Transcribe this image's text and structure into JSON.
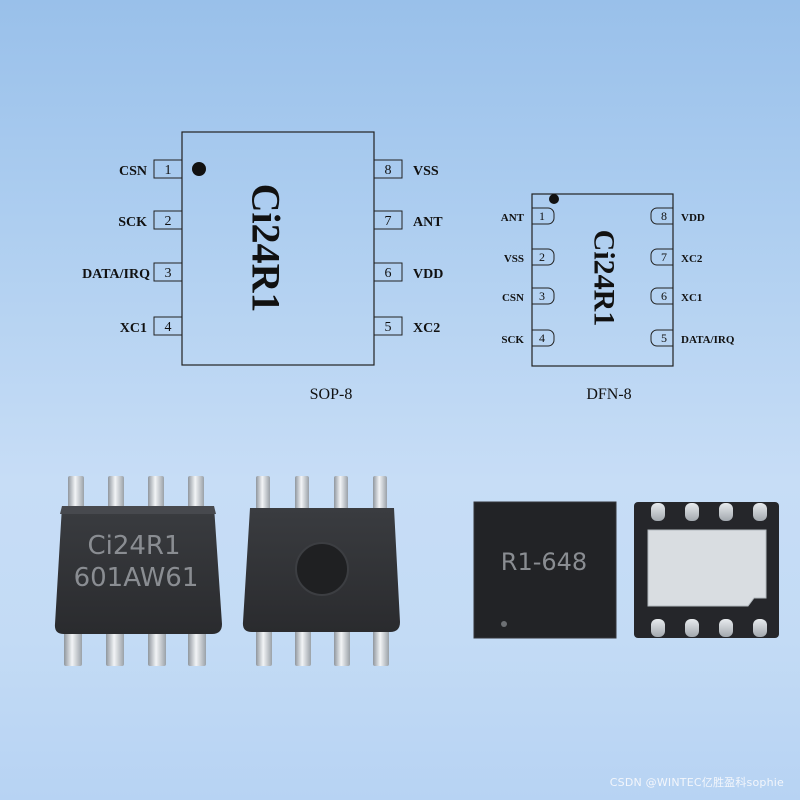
{
  "sop8": {
    "chip_name": "Ci24R1",
    "package": "SOP-8",
    "pins": [
      {
        "num": "1",
        "name": "CSN"
      },
      {
        "num": "2",
        "name": "SCK"
      },
      {
        "num": "3",
        "name": "DATA/IRQ"
      },
      {
        "num": "4",
        "name": "XC1"
      },
      {
        "num": "5",
        "name": "XC2"
      },
      {
        "num": "6",
        "name": "VDD"
      },
      {
        "num": "7",
        "name": "ANT"
      },
      {
        "num": "8",
        "name": "VSS"
      }
    ]
  },
  "dfn8": {
    "chip_name": "Ci24R1",
    "package": "DFN-8",
    "pins": [
      {
        "num": "1",
        "name": "ANT"
      },
      {
        "num": "2",
        "name": "VSS"
      },
      {
        "num": "3",
        "name": "CSN"
      },
      {
        "num": "4",
        "name": "SCK"
      },
      {
        "num": "5",
        "name": "DATA/IRQ"
      },
      {
        "num": "6",
        "name": "XC1"
      },
      {
        "num": "7",
        "name": "XC2"
      },
      {
        "num": "8",
        "name": "VDD"
      }
    ]
  },
  "photos": {
    "sop_marking_line1": "Ci24R1",
    "sop_marking_line2": "601AW61",
    "dfn_marking": "R1-648"
  },
  "watermark": "CSDN @WINTEC亿胜盈科sophie"
}
